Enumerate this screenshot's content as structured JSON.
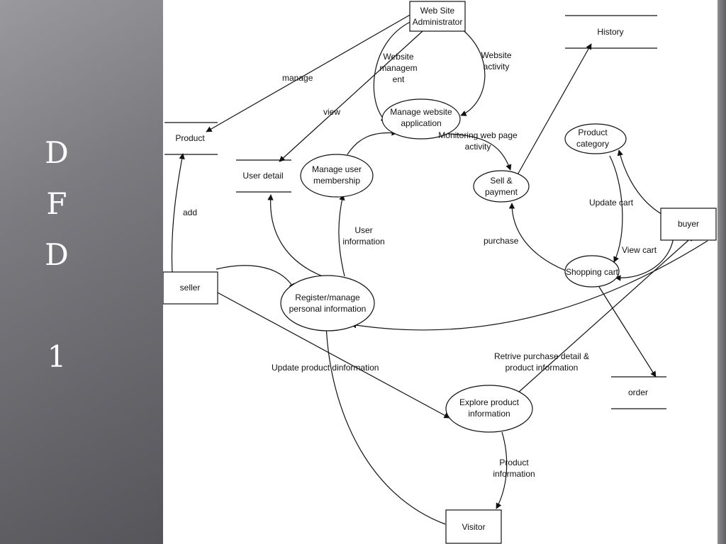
{
  "slide": {
    "title_letters": [
      "D",
      "F",
      "D",
      "1"
    ]
  },
  "diagram": {
    "entities": {
      "admin": [
        "Web Site",
        "Administrator"
      ],
      "seller": "seller",
      "buyer": "buyer",
      "visitor": "Visitor"
    },
    "processes": {
      "manage_website": [
        "Manage website",
        "application"
      ],
      "manage_membership": [
        "Manage user",
        "membership"
      ],
      "sell_payment": [
        "Sell &",
        "payment"
      ],
      "product_category": [
        "Product",
        "category"
      ],
      "shopping_cart": "Shopping cart",
      "register": [
        "Register/manage",
        "personal information"
      ],
      "explore": [
        "Explore product",
        "information"
      ]
    },
    "stores": {
      "product": "Product",
      "user_detail": "User detail",
      "history": "History",
      "order": "order"
    },
    "flows": {
      "manage": "manage",
      "view": "view",
      "website_management": [
        "Website",
        "managem",
        "ent"
      ],
      "website_activity": [
        "Website",
        "activity"
      ],
      "monitoring": [
        "Monitoring web page",
        "activity"
      ],
      "add": "add",
      "user_information": [
        "User",
        "information"
      ],
      "update_cart": "Update cart",
      "view_cart": "View cart",
      "purchase": "purchase",
      "update_product": "Update product dinformation",
      "retrive": [
        "Retrive purchase detail &",
        "product information"
      ],
      "product_information": [
        "Product",
        "information"
      ]
    }
  },
  "colors": {
    "line": "#111111",
    "panel": "#7b7b80",
    "canvas": "#ffffff"
  }
}
